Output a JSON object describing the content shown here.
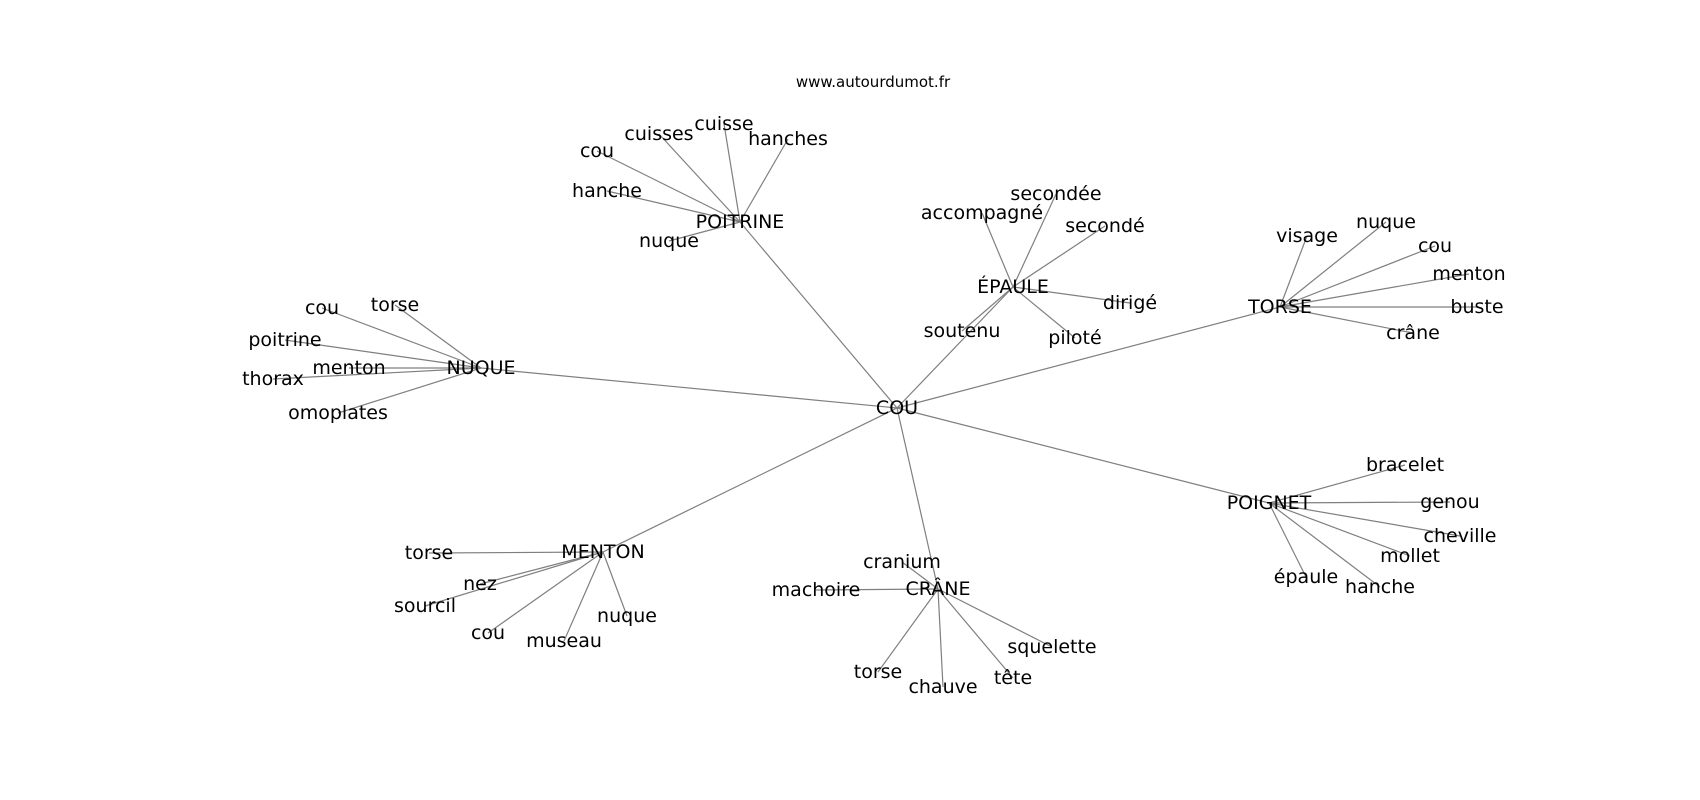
{
  "source": "www.autourdumot.fr",
  "center": "COU",
  "clusters": [
    {
      "word": "POITRINE",
      "leaves": [
        "cou",
        "cuisses",
        "cuisse",
        "hanches",
        "hanche",
        "nuque"
      ]
    },
    {
      "word": "ÉPAULE",
      "leaves": [
        "accompagné",
        "secondée",
        "secondé",
        "dirigé",
        "piloté",
        "soutenu"
      ]
    },
    {
      "word": "TORSE",
      "leaves": [
        "visage",
        "nuque",
        "cou",
        "menton",
        "buste",
        "crâne"
      ]
    },
    {
      "word": "NUQUE",
      "leaves": [
        "torse",
        "cou",
        "poitrine",
        "menton",
        "thorax",
        "omoplates"
      ]
    },
    {
      "word": "POIGNET",
      "leaves": [
        "bracelet",
        "genou",
        "cheville",
        "mollet",
        "épaule",
        "hanche"
      ]
    },
    {
      "word": "MENTON",
      "leaves": [
        "torse",
        "nez",
        "sourcil",
        "cou",
        "museau",
        "nuque"
      ]
    },
    {
      "word": "CRÂNE",
      "leaves": [
        "cranium",
        "machoire",
        "torse",
        "chauve",
        "tête",
        "squelette"
      ]
    }
  ]
}
